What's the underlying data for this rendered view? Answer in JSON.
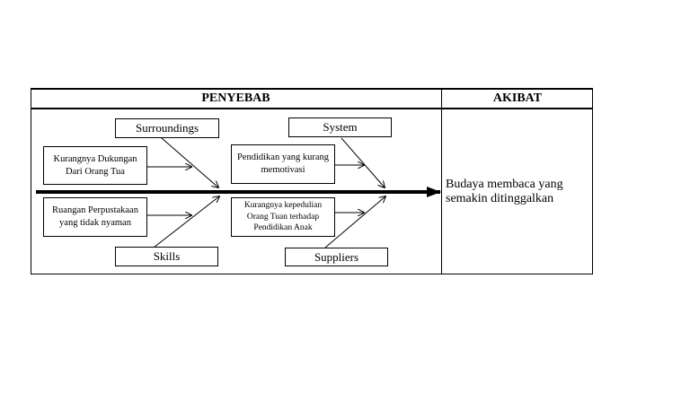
{
  "headers": {
    "cause": "PENYEBAB",
    "effect": "AKIBAT"
  },
  "categories": {
    "surroundings": "Surroundings",
    "system": "System",
    "skills": "Skills",
    "suppliers": "Suppliers"
  },
  "causes": {
    "dukungan": "Kurangnya Dukungan Dari Orang Tua",
    "motivasi": "Pendidikan yang kurang memotivasi",
    "perpustakaan": "Ruangan Perpustakaan yang tidak nyaman",
    "kepedulian": "Kurangnya kepedulian Orang Tuan terhadap Pendidikan Anak"
  },
  "effect": "Budaya membaca yang semakin ditinggalkan"
}
